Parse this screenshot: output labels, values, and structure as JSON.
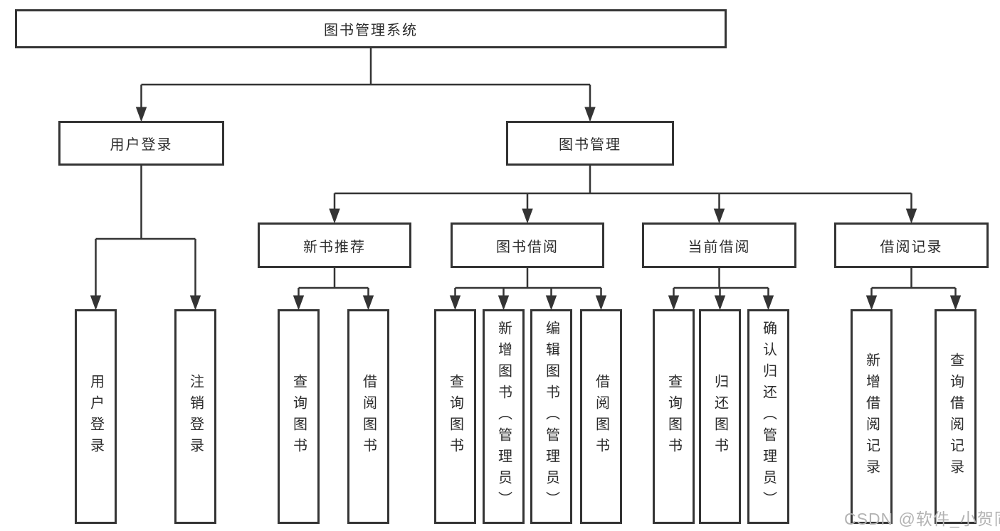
{
  "diagram": {
    "root": "图书管理系统",
    "level2": [
      "用户登录",
      "图书管理"
    ],
    "level3": [
      "新书推荐",
      "图书借阅",
      "当前借阅",
      "借阅记录"
    ],
    "leaves": {
      "user_login": [
        "用户登录",
        "注销登录"
      ],
      "new_book_recommend": [
        "查询图书",
        "借阅图书"
      ],
      "book_borrow": [
        "查询图书",
        "新增图书（管理员）",
        "编辑图书（管理员）",
        "借阅图书"
      ],
      "current_borrow": [
        "查询图书",
        "归还图书",
        "确认归还（管理员）"
      ],
      "borrow_record": [
        "新增借阅记录",
        "查询借阅记录"
      ]
    },
    "line_color": "#343434",
    "box_border_color": "#343434",
    "text_color": "#2b2b2b"
  },
  "watermark": {
    "text": "CSDN @软件_小贺同学",
    "color": "#b3b3b3"
  }
}
